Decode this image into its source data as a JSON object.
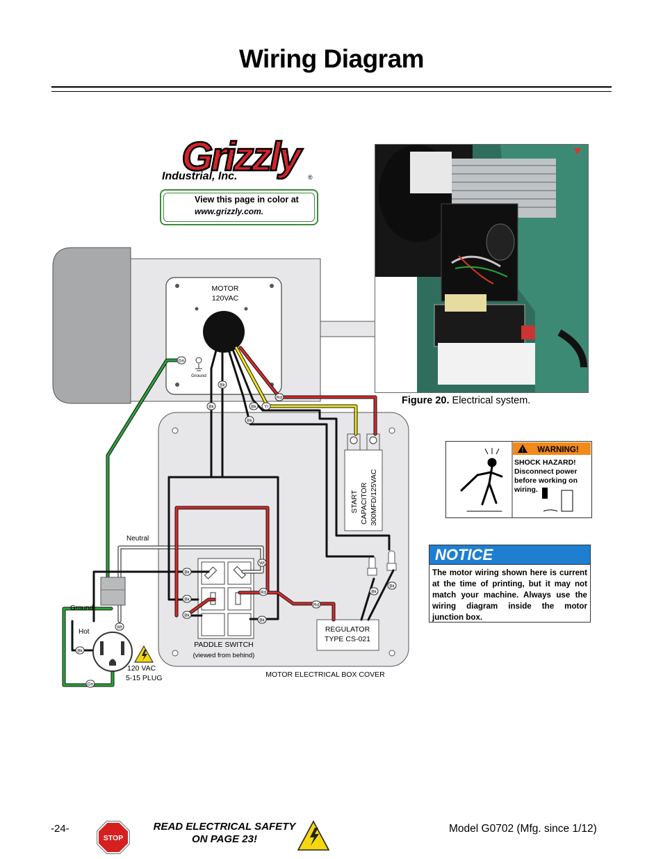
{
  "page": {
    "title": "Wiring Diagram"
  },
  "logo": {
    "brand": "Grizzly",
    "subtitle": "Industrial, Inc."
  },
  "color_note": {
    "line1": "View this page in color at",
    "line2": "www.grizzly.com."
  },
  "figure": {
    "label": "Figure 20.",
    "caption": "Electrical system."
  },
  "diagram": {
    "motor_label": "MOTOR",
    "motor_voltage": "120VAC",
    "ground_label": "Ground",
    "capacitor": {
      "line1": "START",
      "line2": "CAPACITOR",
      "line3": "300MFD/125VAC"
    },
    "regulator": {
      "line1": "REGULATOR",
      "line2": "TYPE CS-021"
    },
    "paddle_switch": {
      "line1": "PADDLE SWITCH",
      "line2": "(viewed from behind)"
    },
    "box_cover": "MOTOR ELECTRICAL BOX COVER",
    "neutral": "Neutral",
    "ground": "Ground",
    "hot": "Hot",
    "plug": {
      "line1": "120 VAC",
      "line2": "5-15 PLUG"
    },
    "wire_tags": {
      "gn": "Gn",
      "bk": "Bk",
      "yl": "Yl",
      "rd": "Rd",
      "wt": "Wt"
    },
    "wire_colors": {
      "black": "#1a1a1a",
      "red": "#d62b2b",
      "yellow": "#f2e21b",
      "green": "#2aa53a",
      "white": "#ffffff"
    }
  },
  "warning_label": {
    "header": "WARNING!",
    "line1": "SHOCK HAZARD!",
    "line2": "Disconnect power",
    "line3": "before working on",
    "line4": "wiring."
  },
  "notice": {
    "header": "NOTICE",
    "text": "The motor wiring shown here is current at the time of printing, but it may not match your machine. Always use the wiring diagram inside the motor junction box."
  },
  "footer": {
    "page": "-24-",
    "stop": "STOP",
    "read_line1": "READ ELECTRICAL SAFETY",
    "read_line2": "ON PAGE 23!",
    "model": "Model G0702 (Mfg. since 1/12)"
  }
}
